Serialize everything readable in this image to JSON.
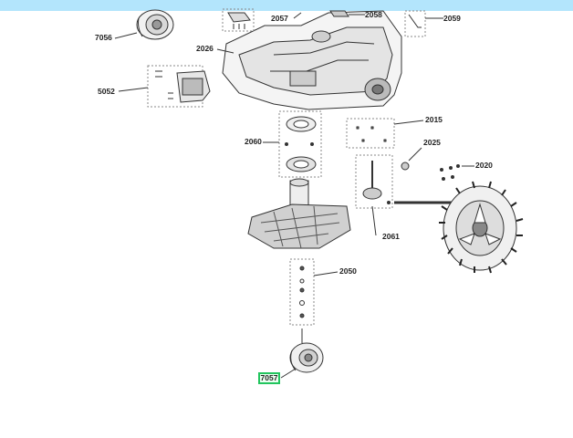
{
  "parts": [
    {
      "id": "p7056",
      "label": "7056"
    },
    {
      "id": "p2057",
      "label": "2057"
    },
    {
      "id": "p2058",
      "label": "2058"
    },
    {
      "id": "p2059",
      "label": "2059"
    },
    {
      "id": "p2026",
      "label": "2026"
    },
    {
      "id": "p5052",
      "label": "5052"
    },
    {
      "id": "p2015",
      "label": "2015"
    },
    {
      "id": "p2060",
      "label": "2060"
    },
    {
      "id": "p2025",
      "label": "2025"
    },
    {
      "id": "p2020",
      "label": "2020"
    },
    {
      "id": "p2061",
      "label": "2061"
    },
    {
      "id": "p2050",
      "label": "2050"
    }
  ],
  "highlighted_part": {
    "label": "7057"
  },
  "colors": {
    "highlight": "#22c55e",
    "banner": "#b3e5fc"
  }
}
